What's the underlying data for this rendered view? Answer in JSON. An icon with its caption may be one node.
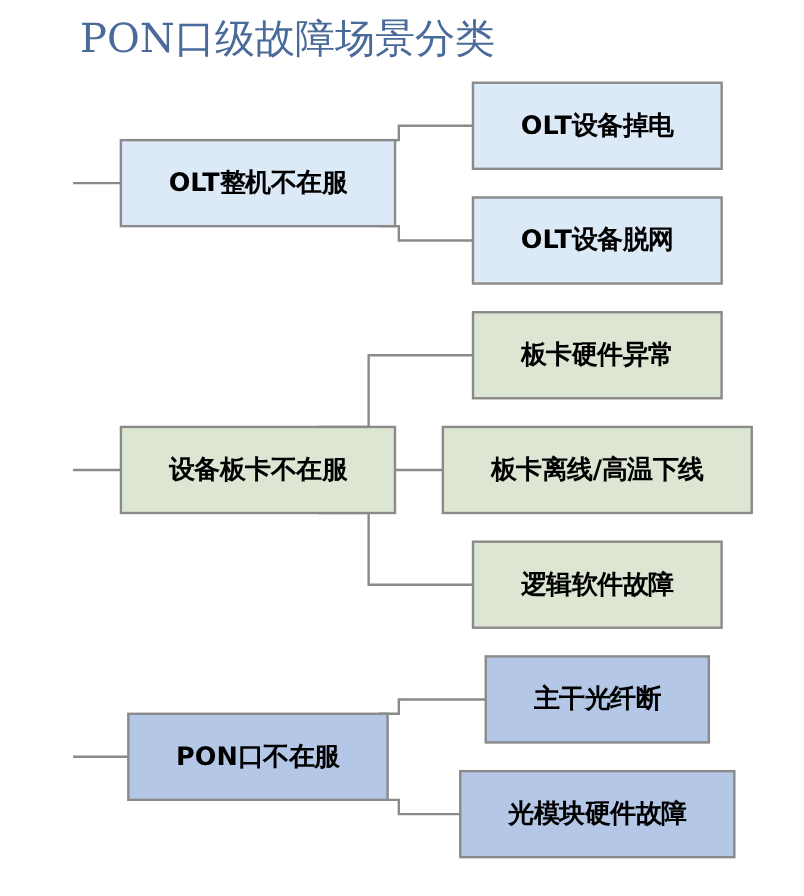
{
  "diagram": {
    "title": "PON口级故障场景分类",
    "nodes": [
      {
        "text": [
          "OLT整机不在服"
        ]
      },
      {
        "text": [
          "OLT设备掉电"
        ]
      },
      {
        "text": [
          "OLT设备脱网"
        ]
      },
      {
        "text": [
          "设备板卡不在服"
        ]
      },
      {
        "text": [
          "板卡硬件异常"
        ]
      },
      {
        "text": [
          "板卡离线/高温下线"
        ]
      },
      {
        "text": [
          "逻辑软件故障"
        ]
      },
      {
        "text": [
          "PON口不在服"
        ]
      },
      {
        "text": [
          "主干光纤断"
        ]
      },
      {
        "text": [
          "光模块硬件故障"
        ]
      }
    ],
    "edges": [
      {
        "from": null,
        "to": 0,
        "arrow": "none"
      },
      {
        "from": 0,
        "to": 1,
        "arrow": "none"
      },
      {
        "from": 0,
        "to": 2,
        "arrow": "none"
      },
      {
        "from": null,
        "to": 3,
        "arrow": "none"
      },
      {
        "from": 3,
        "to": 4,
        "arrow": "none"
      },
      {
        "from": 3,
        "to": 5,
        "arrow": "none"
      },
      {
        "from": 3,
        "to": 6,
        "arrow": "none"
      },
      {
        "from": null,
        "to": 7,
        "arrow": "none"
      },
      {
        "from": 7,
        "to": 8,
        "arrow": "none"
      },
      {
        "from": 7,
        "to": 9,
        "arrow": "none"
      }
    ]
  }
}
